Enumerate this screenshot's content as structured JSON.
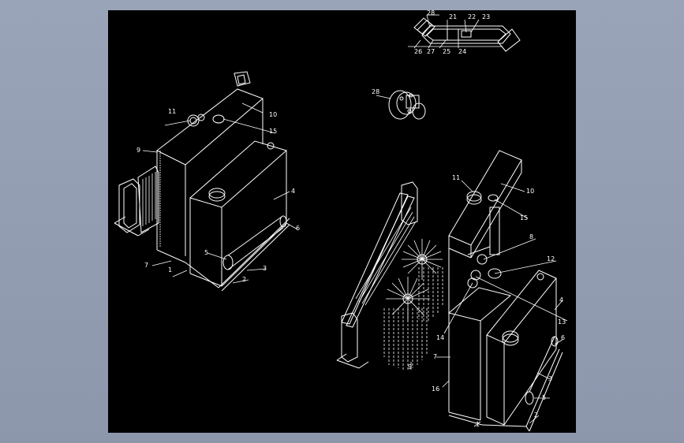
{
  "drawing": {
    "background": "#000000",
    "frame_color": "#97a1b6",
    "line_color": "#ffffff",
    "callouts_view_left": [
      "1",
      "2",
      "3",
      "4",
      "5",
      "6",
      "7",
      "9",
      "10",
      "11",
      "15"
    ],
    "callouts_view_right": [
      "1",
      "2",
      "3",
      "4",
      "5",
      "6",
      "7",
      "8",
      "9",
      "10",
      "11",
      "12",
      "13",
      "14",
      "15",
      "16"
    ],
    "callouts_detail_top": [
      "28",
      "21",
      "22",
      "23",
      "26",
      "27",
      "25",
      "24"
    ],
    "callout_detail_part": "28"
  }
}
